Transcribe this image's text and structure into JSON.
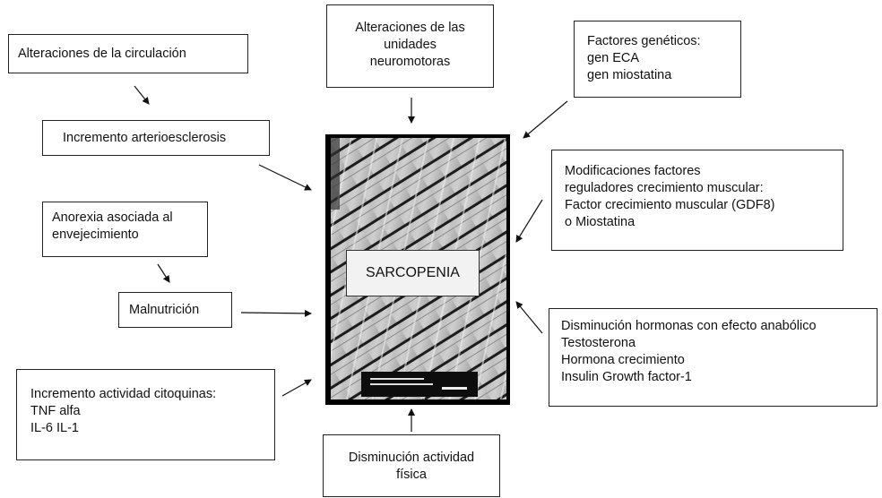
{
  "center": {
    "label": "SARCOPENIA"
  },
  "boxes": {
    "circulacion": [
      "Alteraciones de la circulación"
    ],
    "unidades": [
      "Alteraciones de las",
      "unidades",
      "neuromotoras"
    ],
    "geneticos": [
      "Factores genéticos:",
      "gen ECA",
      "gen miostatina"
    ],
    "arterio": [
      "Incremento arterioesclerosis"
    ],
    "modificaciones": [
      "Modificaciones factores",
      "reguladores  crecimiento muscular:",
      "Factor crecimiento muscular (GDF8)",
      "o Miostatina"
    ],
    "anorexia": [
      "Anorexia asociada al",
      "envejecimiento"
    ],
    "malnutricion": [
      "Malnutrición"
    ],
    "hormonas": [
      "Disminución hormonas con efecto anabólico",
      "Testosterona",
      "Hormona crecimiento",
      "Insulin Growth factor-1"
    ],
    "citoquinas": [
      "Incremento actividad citoquinas:",
      "TNF alfa",
      "IL-6   IL-1"
    ],
    "actividad": [
      "Disminución actividad",
      "física"
    ]
  }
}
